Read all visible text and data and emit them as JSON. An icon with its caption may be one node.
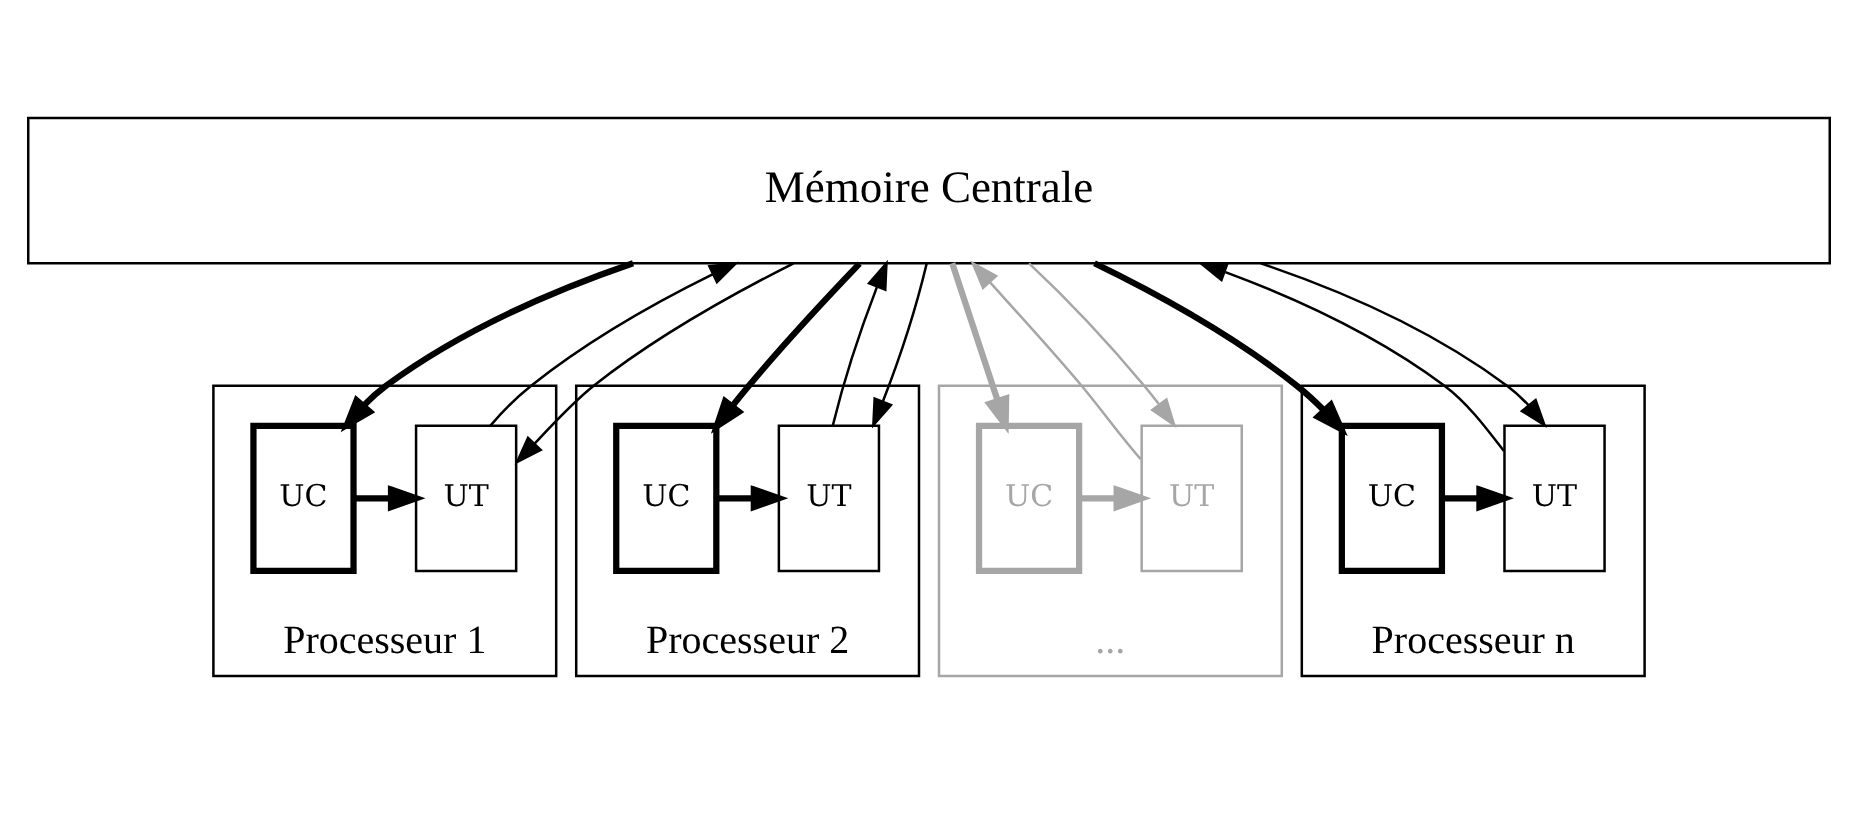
{
  "diagram": {
    "nodes": [
      {
        "text": [
          "Mémoire Centrale"
        ]
      },
      {
        "text": [
          "Processeur 1"
        ]
      },
      {
        "text": [
          "UT"
        ],
        "in": 1
      },
      {
        "text": [
          "UC"
        ],
        "in": 1
      },
      {
        "text": [
          "Processeur 2"
        ]
      },
      {
        "text": [
          "UT"
        ],
        "in": 4
      },
      {
        "text": [
          "UC"
        ],
        "in": 4
      },
      {
        "text": [
          "..."
        ]
      },
      {
        "text": [
          "UT"
        ],
        "in": 7
      },
      {
        "text": [
          "UC"
        ],
        "in": 7
      },
      {
        "text": [
          "Processeur n"
        ]
      },
      {
        "text": [
          "UT"
        ],
        "in": 10
      },
      {
        "text": [
          "UC"
        ],
        "in": 10
      }
    ],
    "edges": [
      {
        "from": 2,
        "to": 0,
        "arrow": "to"
      },
      {
        "from": 0,
        "to": 2,
        "arrow": "to"
      },
      {
        "from": 0,
        "to": 3,
        "arrow": "to",
        "style": "thick"
      },
      {
        "from": 3,
        "to": 2,
        "arrow": "to",
        "style": "thick"
      },
      {
        "from": 5,
        "to": 0,
        "arrow": "to"
      },
      {
        "from": 0,
        "to": 5,
        "arrow": "to"
      },
      {
        "from": 0,
        "to": 6,
        "arrow": "to",
        "style": "thick"
      },
      {
        "from": 6,
        "to": 5,
        "arrow": "to",
        "style": "thick"
      },
      {
        "from": 8,
        "to": 0,
        "arrow": "to",
        "color": "#a6a6a6"
      },
      {
        "from": 0,
        "to": 8,
        "arrow": "to",
        "color": "#a6a6a6"
      },
      {
        "from": 0,
        "to": 9,
        "arrow": "to",
        "style": "thick",
        "color": "#a6a6a6"
      },
      {
        "from": 9,
        "to": 8,
        "arrow": "to",
        "style": "thick",
        "color": "#a6a6a6"
      },
      {
        "from": 11,
        "to": 0,
        "arrow": "to"
      },
      {
        "from": 0,
        "to": 11,
        "arrow": "to"
      },
      {
        "from": 0,
        "to": 12,
        "arrow": "to",
        "style": "thick"
      },
      {
        "from": 12,
        "to": 11,
        "arrow": "to",
        "style": "thick"
      }
    ]
  }
}
